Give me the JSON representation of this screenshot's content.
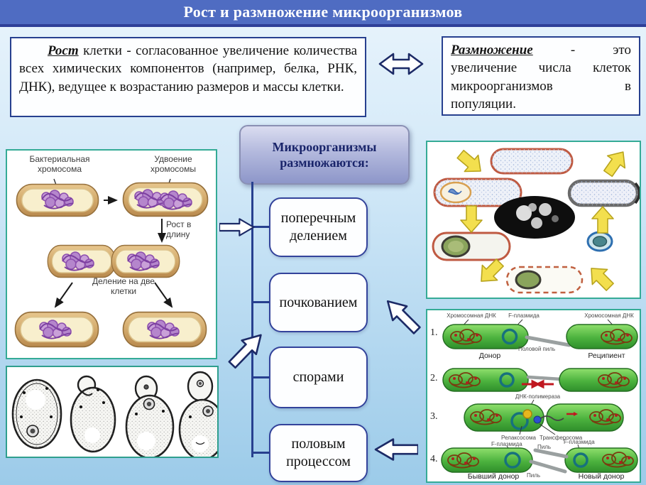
{
  "title": "Рост и размножение микроорганизмов",
  "definitions": {
    "growth": {
      "term": "Рост",
      "rest": " клетки - согласованное увеличение количества всех химических компонентов (например, белка, РНК, ДНК), ведущее к возрастанию размеров и массы клетки."
    },
    "reproduction": {
      "term": "Размножение",
      "rest": " - это увеличение числа клеток микроорганизмов в популяции."
    }
  },
  "flowchart": {
    "root_label": "Микроорганизмы размножаются:",
    "methods": [
      {
        "label": "поперечным делением"
      },
      {
        "label": "почкованием"
      },
      {
        "label": "спорами"
      },
      {
        "label": "половым процессом"
      }
    ]
  },
  "fission_diagram": {
    "label_chromosome": "Бактериальная хромосома",
    "label_doubling": "Удвоение хромосомы",
    "label_growth": "Рост в длину",
    "label_division": "Деление на две клетки"
  },
  "conjugation_diagram": {
    "steps": [
      "1.",
      "2.",
      "3.",
      "4."
    ],
    "row1": {
      "chromosomal_dna_left": "Хромосомная ДНК",
      "f_plasmid": "F-плазмида",
      "chromosomal_dna_right": "Хромосомная ДНК",
      "sex_pilus": "Половой пиль",
      "donor": "Донор",
      "recipient": "Реципиент"
    },
    "row3": {
      "dna_polymerase": "ДНК-полимераза",
      "relaxosome": "Релаксосома",
      "transferosome": "Трансферосома"
    },
    "row4": {
      "f_plasmid_left": "F-плазмида",
      "f_plasmid_right": "F-плазмида",
      "pilus_top": "Пиль",
      "pilus_bottom": "Пиль",
      "former_donor": "Бывший донор",
      "new_donor": "Новый донор"
    }
  },
  "colors": {
    "title_bar": "#4f6cc2",
    "accent_navy": "#27408f",
    "panel_border_teal": "#35ab96",
    "root_box_text": "#19246a",
    "bacteria_green": "#3da235",
    "spore_arrow_yellow": "#f3df4e"
  }
}
